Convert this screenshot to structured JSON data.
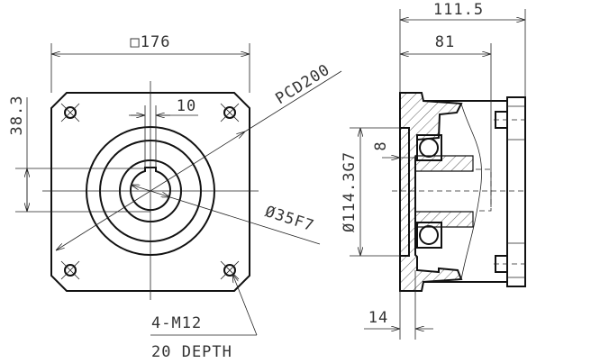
{
  "front_view": {
    "square_size": "□176",
    "key_width": "10",
    "key_height": "38.3",
    "pcd": "PCD200",
    "bore": "Ø35F7",
    "holes": "4-M12",
    "hole_depth": "20 DEPTH"
  },
  "side_view": {
    "total_length": "111.5",
    "shaft_length": "81",
    "pilot_diameter": "Ø114.3G7",
    "pilot_depth": "8",
    "flange_thickness": "14"
  },
  "colors": {
    "line": "#111111",
    "text": "#333333"
  }
}
